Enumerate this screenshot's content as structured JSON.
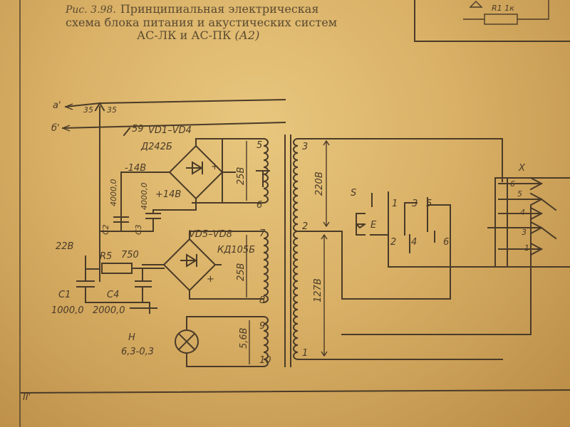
{
  "caption": {
    "label": "Рис. 3.98.",
    "line1": "Принципиальная электрическая",
    "line2": "схема блока питания и акустических систем",
    "line3a": "АС-ЛК и АС-ПК",
    "line3b": "(А2)"
  },
  "inset": {
    "resistor_label": "R1 1к"
  },
  "labels": {
    "bus_a": "а'",
    "bus_b": "б'",
    "pin35a": "35",
    "pin35b": "35",
    "pin59": "59",
    "vd14": "VD1–VD4",
    "d242b": "Д242Б",
    "m14": "-14В",
    "p14": "+14В",
    "c2": "С2",
    "c2v": "4000,0",
    "c3": "С3",
    "c3v": "4000,0",
    "v25a": "25В",
    "w5": "5",
    "w6": "6",
    "vd58": "VD5–VD8",
    "kd105b": "КД105Б",
    "v25b": "25В",
    "w7": "7",
    "w8": "8",
    "w9": "9",
    "w10": "10",
    "v56": "5,6В",
    "n22v": "22В",
    "r5": "R5",
    "r5v": "750",
    "c1": "С1",
    "c1v": "1000,0",
    "c4": "С4",
    "c4v": "2000,0",
    "h": "Н",
    "hv": "6,3-0,3",
    "t3": "3",
    "t2": "2",
    "t1": "1",
    "v220": "220В",
    "v127": "127В",
    "s": "S",
    "e": "E",
    "s1": "1",
    "s3": "3",
    "s5": "5",
    "s2": "2",
    "s4": "4",
    "s6": "6",
    "x": "X",
    "x6": "6",
    "x5": "5",
    "x4": "4",
    "x3": "3",
    "x1": "1",
    "ground": "II'",
    "plus1": "+",
    "plus2": "+"
  }
}
